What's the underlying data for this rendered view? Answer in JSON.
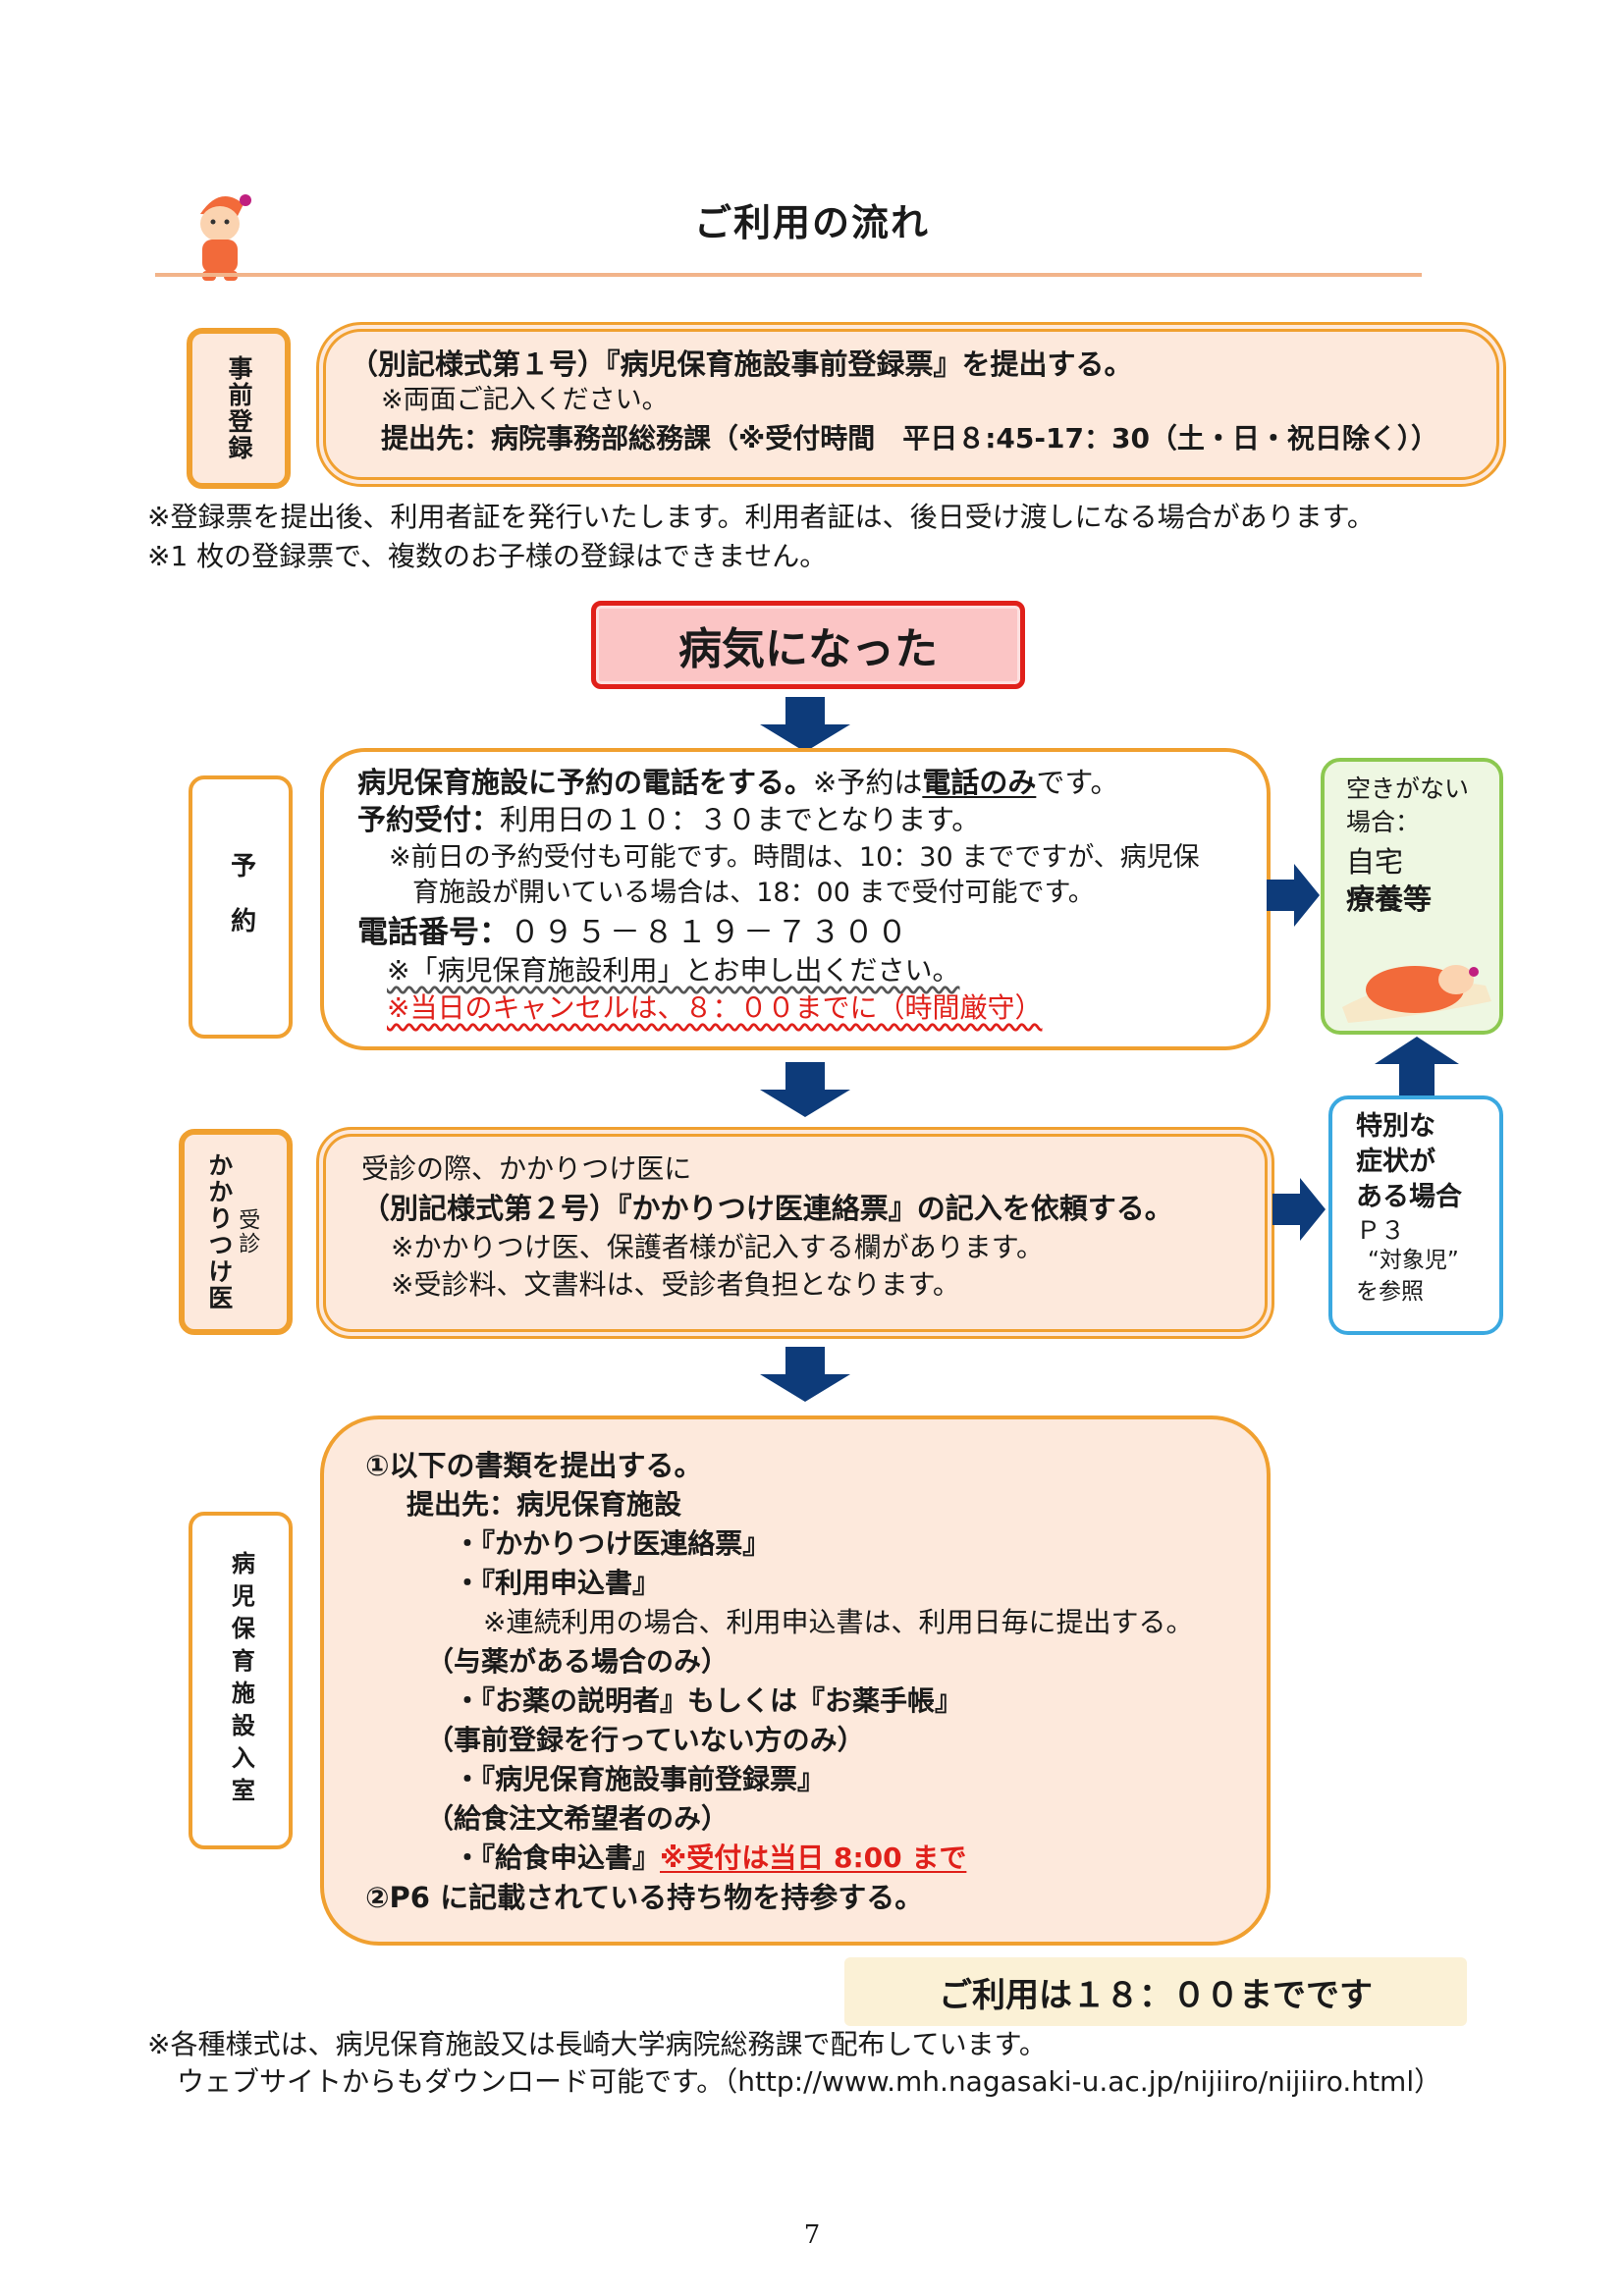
{
  "page": {
    "title": "ご利用の流れ",
    "page_number": "7"
  },
  "colors": {
    "orange_border": "#f0a030",
    "box_fill": "#fde9dc",
    "arrow": "#0d3b7a",
    "red": "#e0201a",
    "green_border": "#8cc850",
    "blue_border": "#3aa8e0"
  },
  "step_preregistration": {
    "label": "事前登録",
    "line1": "（別記様式第１号）『病児保育施設事前登録票』を提出する。",
    "line2": "※両面ご記入ください。",
    "line3": "提出先：病院事務部総務課（※受付時間　平日８:45-17：30（土・日・祝日除く））",
    "note1": "※登録票を提出後、利用者証を発行いたします。利用者証は、後日受け渡しになる場合があります。",
    "note2": "※1 枚の登録票で、複数のお子様の登録はできません。"
  },
  "sick_label": "病気になった",
  "step_reservation": {
    "label": "予約",
    "line1a": "病児保育施設に予約の電話をする。",
    "line1b": "※予約は",
    "line1c": "電話のみ",
    "line1d": "です。",
    "line2a": "予約受付：",
    "line2b": "利用日の１０：３０までとなります。",
    "line3": "※前日の予約受付も可能です。時間は、10：30 までですが、病児保",
    "line4": "育施設が開いている場合は、18：00 まで受付可能です。",
    "phone_label": "電話番号：",
    "phone_number": "０９５－８１９－７３００",
    "line6": "※「病児保育施設利用」とお申し出ください。",
    "line7": "※当日のキャンセルは、８：００までに（時間厳守）"
  },
  "side_no_vacancy": {
    "line1": "空きがない",
    "line2": "場合：",
    "line3": "自宅",
    "line4": "療養等"
  },
  "step_doctor": {
    "label_main": "かかりつけ医",
    "label_sub": "受診",
    "line1": "受診の際、かかりつけ医に",
    "line2": "（別記様式第２号）『かかりつけ医連絡票』の記入を依頼する。",
    "line3": "※かかりつけ医、保護者様が記入する欄があります。",
    "line4": "※受診料、文書料は、受診者負担となります。"
  },
  "side_special": {
    "line1": "特別な",
    "line2": "症状が",
    "line3": "ある場合",
    "line4": "Ｐ３",
    "line5": "“対象児”",
    "line6": "を参照"
  },
  "step_admission": {
    "label": "病児保育施設入室",
    "line1": "①以下の書類を提出する。",
    "line2": "提出先：病児保育施設",
    "line3": "・『かかりつけ医連絡票』",
    "line4": "・『利用申込書』",
    "line5": "※連続利用の場合、利用申込書は、利用日毎に提出する。",
    "line6": "（与薬がある場合のみ）",
    "line7": "・『お薬の説明者』もしくは『お薬手帳』",
    "line8": "（事前登録を行っていない方のみ）",
    "line9": "・『病児保育施設事前登録票』",
    "line10": "（給食注文希望者のみ）",
    "line11a": "・『給食申込書』",
    "line11b": "※受付は当日 8:00 まで",
    "line12": "②P6 に記載されている持ち物を持参する。"
  },
  "end_note": "ご利用は１８：００までです",
  "footer": {
    "line1": "※各種様式は、病児保育施設又は長崎大学病院総務課で配布しています。",
    "line2": "ウェブサイトからもダウンロード可能です。（http://www.mh.nagasaki-u.ac.jp/nijiiro/nijiiro.html）"
  }
}
